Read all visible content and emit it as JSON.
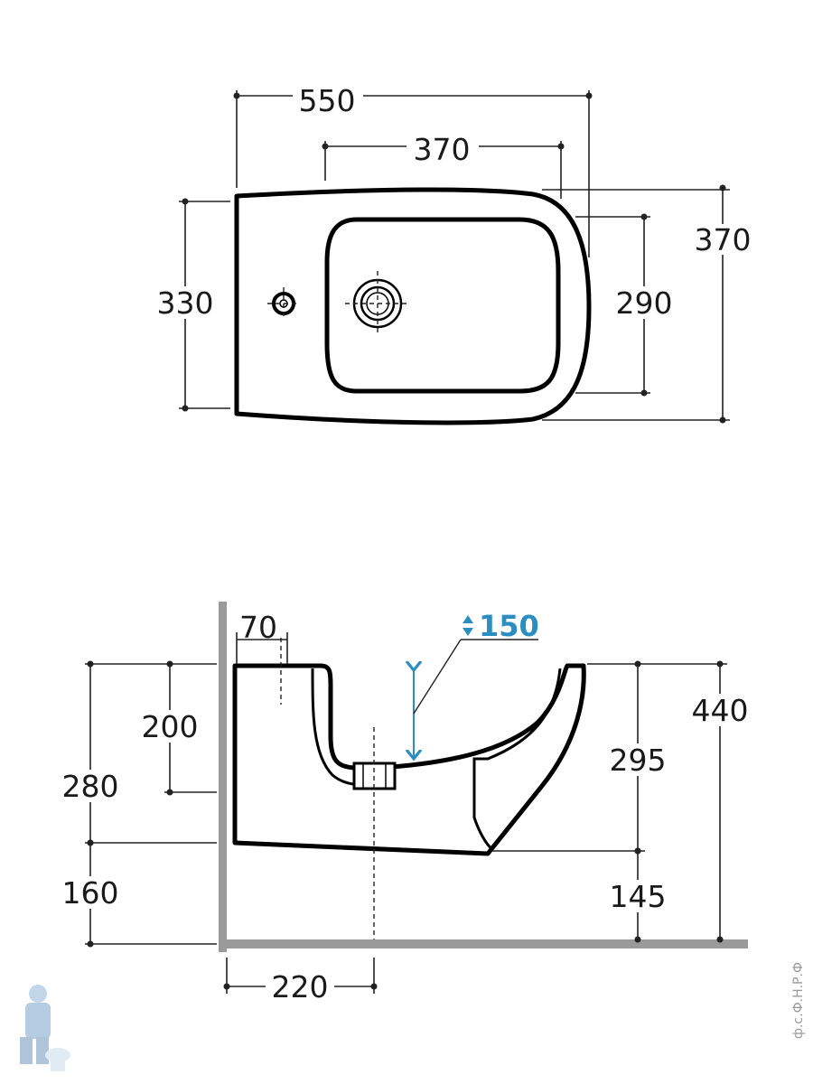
{
  "top_view": {
    "overall_width": "550",
    "holes_spacing": "370",
    "overall_depth": "370",
    "body_depth": "330",
    "bowl_depth": "290"
  },
  "side_view": {
    "tap_offset": "70",
    "bowl_depth": "150",
    "overall_height": "440",
    "inner_height": "200",
    "body_height": "280",
    "bottom_clearance": "160",
    "body_side_height": "295",
    "front_clearance": "145",
    "drain_offset": "220"
  },
  "colors": {
    "accent": "#2a8fc0",
    "wall": "#9a9a9a"
  },
  "watermark": {
    "icon": "plumber-mascot-icon",
    "text": "ф.с.Ф.Н.Р.Ф"
  }
}
